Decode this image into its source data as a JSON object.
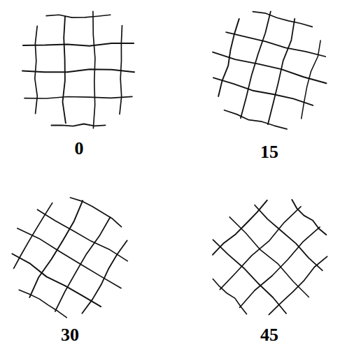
{
  "diagram": {
    "labels": [
      "0",
      "15",
      "30",
      "45"
    ]
  }
}
